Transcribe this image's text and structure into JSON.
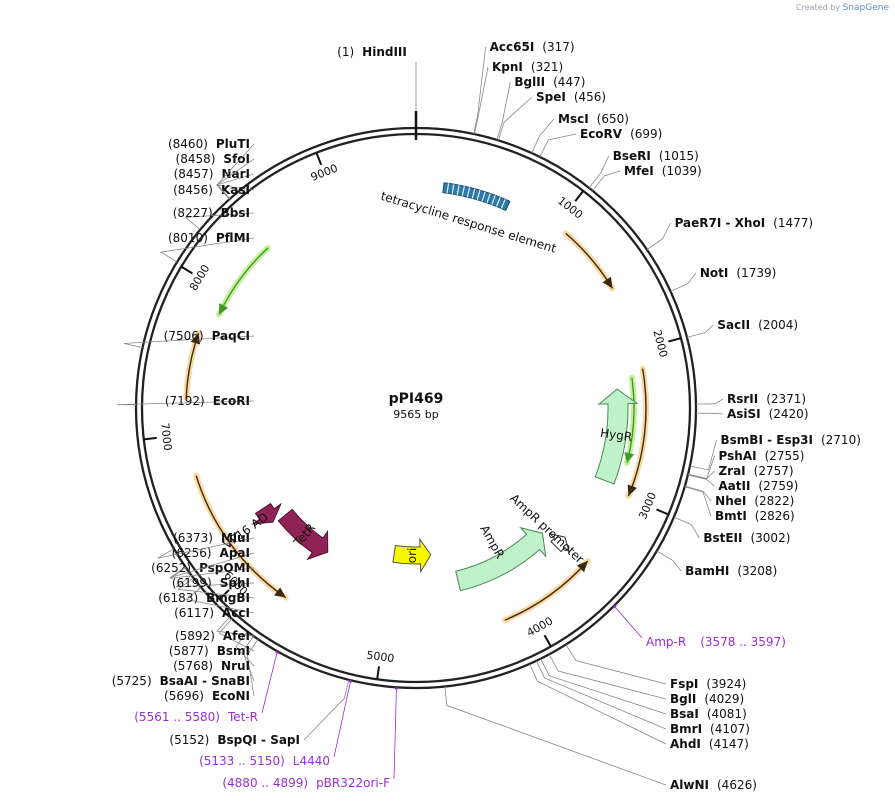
{
  "credit": {
    "prefix": "Created by",
    "brand": "SnapGene"
  },
  "plasmid": {
    "name": "pPI469",
    "size": "9565 bp",
    "total": 9565
  },
  "colors": {
    "orf": "#f3a84a",
    "green": "#3d9a2b",
    "marker": "#bff2c9",
    "ori": "#f7f700",
    "tetr": "#8e2356",
    "primer": "#9a2fd4"
  },
  "ticks": [
    {
      "bp": 1000,
      "label": "1000"
    },
    {
      "bp": 2000,
      "label": "2000"
    },
    {
      "bp": 3000,
      "label": "3000"
    },
    {
      "bp": 4000,
      "label": "4000"
    },
    {
      "bp": 5000,
      "label": "5000"
    },
    {
      "bp": 6000,
      "label": "6000"
    },
    {
      "bp": 7000,
      "label": "7000"
    },
    {
      "bp": 8000,
      "label": "8000"
    },
    {
      "bp": 9000,
      "label": "9000"
    }
  ],
  "sites": [
    {
      "pos": 1,
      "display": "(1)",
      "name": "HindIII",
      "side": "top"
    },
    {
      "pos": 317,
      "name": "Acc65I",
      "display": "(317)",
      "side": "right"
    },
    {
      "pos": 321,
      "name": "KpnI",
      "display": "(321)",
      "side": "right"
    },
    {
      "pos": 447,
      "name": "BglII",
      "display": "(447)",
      "side": "right"
    },
    {
      "pos": 456,
      "name": "SpeI",
      "display": "(456)",
      "side": "right"
    },
    {
      "pos": 650,
      "name": "MscI",
      "display": "(650)",
      "side": "right"
    },
    {
      "pos": 699,
      "name": "EcoRV",
      "display": "(699)",
      "side": "right"
    },
    {
      "pos": 1015,
      "name": "BseRI",
      "display": "(1015)",
      "side": "right"
    },
    {
      "pos": 1039,
      "name": "MfeI",
      "display": "(1039)",
      "side": "right"
    },
    {
      "pos": 1477,
      "name": "PaeR7I - XhoI",
      "display": "(1477)",
      "side": "right"
    },
    {
      "pos": 1739,
      "name": "NotI",
      "display": "(1739)",
      "side": "right"
    },
    {
      "pos": 2004,
      "name": "SacII",
      "display": "(2004)",
      "side": "right"
    },
    {
      "pos": 2371,
      "name": "RsrII",
      "display": "(2371)",
      "side": "right"
    },
    {
      "pos": 2420,
      "name": "AsiSI",
      "display": "(2420)",
      "side": "right"
    },
    {
      "pos": 2710,
      "name": "BsmBI - Esp3I",
      "display": "(2710)",
      "side": "right"
    },
    {
      "pos": 2755,
      "name": "PshAI",
      "display": "(2755)",
      "side": "right"
    },
    {
      "pos": 2757,
      "name": "ZraI",
      "display": "(2757)",
      "side": "right"
    },
    {
      "pos": 2759,
      "name": "AatII",
      "display": "(2759)",
      "side": "right"
    },
    {
      "pos": 2822,
      "name": "NheI",
      "display": "(2822)",
      "side": "right"
    },
    {
      "pos": 2826,
      "name": "BmtI",
      "display": "(2826)",
      "side": "right"
    },
    {
      "pos": 3002,
      "name": "BstEII",
      "display": "(3002)",
      "side": "right"
    },
    {
      "pos": 3208,
      "name": "BamHI",
      "display": "(3208)",
      "side": "right"
    },
    {
      "pos": 3924,
      "name": "FspI",
      "display": "(3924)",
      "side": "right"
    },
    {
      "pos": 4029,
      "name": "BglI",
      "display": "(4029)",
      "side": "right"
    },
    {
      "pos": 4081,
      "name": "BsaI",
      "display": "(4081)",
      "side": "right"
    },
    {
      "pos": 4107,
      "name": "BmrI",
      "display": "(4107)",
      "side": "right"
    },
    {
      "pos": 4147,
      "name": "AhdI",
      "display": "(4147)",
      "side": "right"
    },
    {
      "pos": 4626,
      "name": "AlwNI",
      "display": "(4626)",
      "side": "right"
    },
    {
      "pos": 5152,
      "name": "BspQI - SapI",
      "display": "(5152)",
      "side": "left"
    },
    {
      "pos": 5696,
      "name": "EcoNI",
      "display": "(5696)",
      "side": "left"
    },
    {
      "pos": 5725,
      "name": "BsaAI - SnaBI",
      "display": "(5725)",
      "side": "left"
    },
    {
      "pos": 5768,
      "name": "NruI",
      "display": "(5768)",
      "side": "left"
    },
    {
      "pos": 5877,
      "name": "BsmI",
      "display": "(5877)",
      "side": "left"
    },
    {
      "pos": 5892,
      "name": "AfeI",
      "display": "(5892)",
      "side": "left"
    },
    {
      "pos": 6117,
      "name": "AccI",
      "display": "(6117)",
      "side": "left"
    },
    {
      "pos": 6183,
      "name": "BmgBI",
      "display": "(6183)",
      "side": "left"
    },
    {
      "pos": 6199,
      "name": "SphI",
      "display": "(6199)",
      "side": "left"
    },
    {
      "pos": 6252,
      "name": "PspOMI",
      "display": "(6252)",
      "side": "left"
    },
    {
      "pos": 6256,
      "name": "ApaI",
      "display": "(6256)",
      "side": "left"
    },
    {
      "pos": 6373,
      "name": "MluI",
      "display": "(6373)",
      "side": "left"
    },
    {
      "pos": 7192,
      "name": "EcoRI",
      "display": "(7192)",
      "side": "left"
    },
    {
      "pos": 7506,
      "name": "PaqCI",
      "display": "(7506)",
      "side": "left"
    },
    {
      "pos": 8010,
      "name": "PflMI",
      "display": "(8010)",
      "side": "left"
    },
    {
      "pos": 8227,
      "name": "BbsI",
      "display": "(8227)",
      "side": "left"
    },
    {
      "pos": 8456,
      "name": "KasI",
      "display": "(8456)",
      "side": "left"
    },
    {
      "pos": 8457,
      "name": "NarI",
      "display": "(8457)",
      "side": "left"
    },
    {
      "pos": 8458,
      "name": "SfoI",
      "display": "(8458)",
      "side": "left"
    },
    {
      "pos": 8460,
      "name": "PluTI",
      "display": "(8460)",
      "side": "left"
    }
  ],
  "primers": [
    {
      "name": "Amp-R",
      "display": "(3578 .. 3597)",
      "start": 3578,
      "end": 3597,
      "side": "right"
    },
    {
      "name": "Tet-R",
      "display": "(5561 .. 5580)",
      "start": 5561,
      "end": 5580,
      "side": "left"
    },
    {
      "name": "L4440",
      "display": "(5133 .. 5150)",
      "start": 5133,
      "end": 5150,
      "side": "left"
    },
    {
      "name": "pBR322ori-F",
      "display": "(4880 .. 4899)",
      "start": 4880,
      "end": 4899,
      "side": "left"
    }
  ],
  "features": [
    {
      "name": "tetracycline response element",
      "start": 190,
      "end": 650,
      "kind": "tre"
    },
    {
      "name": "HygR",
      "start": 2250,
      "end": 2950,
      "kind": "marker",
      "dir": "ccw"
    },
    {
      "name": "AmpR promoter",
      "start": 3480,
      "end": 3580,
      "kind": "promoter",
      "dir": "ccw"
    },
    {
      "name": "AmpR",
      "start": 3580,
      "end": 4420,
      "kind": "marker",
      "dir": "ccw"
    },
    {
      "name": "ori",
      "start": 4630,
      "end": 5010,
      "kind": "ori",
      "dir": "ccw"
    },
    {
      "name": "TetR",
      "start": 5620,
      "end": 6130,
      "kind": "tetr",
      "dir": "ccw"
    },
    {
      "name": "VP16 AD",
      "start": 6150,
      "end": 6290,
      "kind": "tetr",
      "dir": "ccw"
    }
  ],
  "orfs": [
    {
      "start": 1080,
      "end": 1560,
      "dir": "cw",
      "r": 230
    },
    {
      "start": 2130,
      "end": 2990,
      "dir": "cw",
      "r": 230
    },
    {
      "start": 3500,
      "end": 4180,
      "dir": "ccw",
      "r": 230
    },
    {
      "start": 5700,
      "end": 6720,
      "dir": "ccw",
      "r": 230
    },
    {
      "start": 7240,
      "end": 7680,
      "dir": "cw",
      "r": 230
    },
    {
      "start": 2180,
      "end": 2780,
      "dir": "cw",
      "r": 218,
      "kind": "green"
    },
    {
      "start": 7850,
      "end": 8430,
      "dir": "ccw",
      "r": 218,
      "kind": "green"
    }
  ]
}
